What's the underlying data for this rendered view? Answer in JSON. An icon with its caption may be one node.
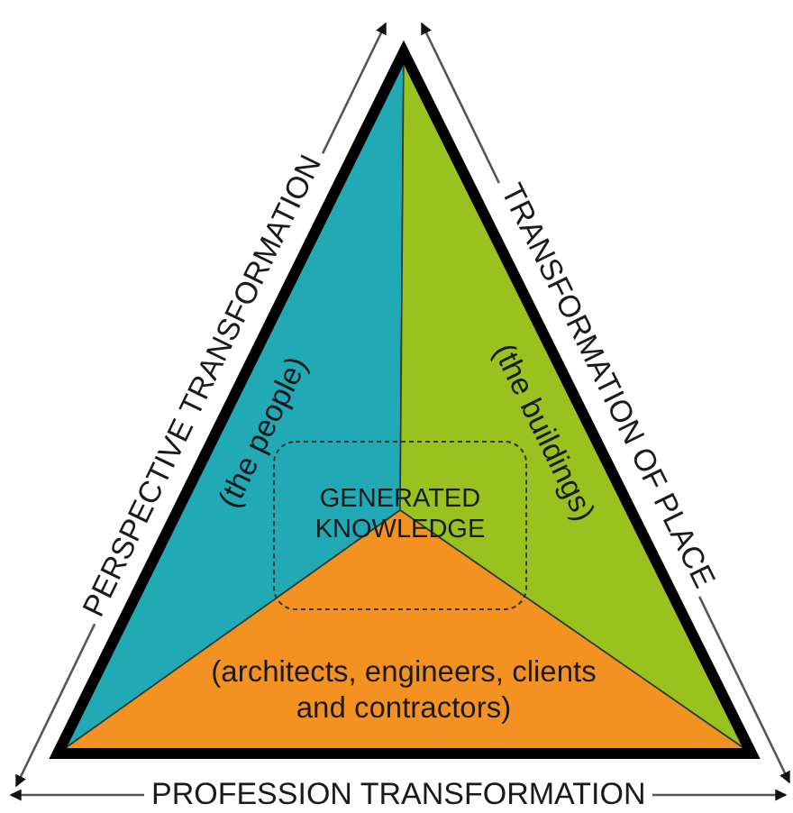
{
  "diagram": {
    "nodes": [
      {
        "text": [
          "(the people)"
        ]
      },
      {
        "text": [
          "(the buildings)"
        ]
      },
      {
        "text": [
          "(architects, engineers, clients and contractors)"
        ]
      },
      {
        "text": [
          "GENERATED KNOWLEDGE"
        ]
      }
    ],
    "labels": [
      "PERSPECTIVE TRANSFORMATION",
      "TRANSFORMATION OF PLACE",
      "PROFESSION TRANSFORMATION"
    ]
  }
}
